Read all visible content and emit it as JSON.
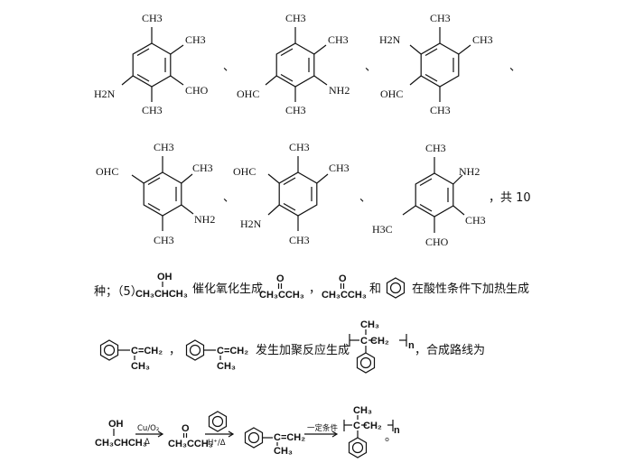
{
  "row1": {
    "m1": {
      "top": "CH3",
      "top_right": "CH3",
      "left": "H2N",
      "right": "CHO",
      "bottom": "CH3"
    },
    "m2": {
      "top": "CH3",
      "top_right": "CH3",
      "left": "OHC",
      "right": "NH2",
      "bottom": "CH3"
    },
    "m3": {
      "top_left": "H2N",
      "top": "CH3",
      "right": "CH3",
      "left": "OHC",
      "bottom": "CH3"
    },
    "sep": "、"
  },
  "row2": {
    "m4": {
      "top": "CH3",
      "top_right": "CH3",
      "left": "OHC",
      "right": "NH2",
      "bottom": "CH3"
    },
    "m5": {
      "top_left": "OHC",
      "top": "CH3",
      "right": "CH3",
      "left": "H2N",
      "bottom": "CH3"
    },
    "m6": {
      "top": "CH3",
      "top_right": "NH2",
      "left": "H3C",
      "right": "CH3",
      "bottom": "CHO"
    },
    "tail": "，共 10"
  },
  "para5": {
    "lead": "种；（5）",
    "r1_oh": "OH",
    "r1_formula": "CH₃CHCH₃",
    "t1": "催化氧化生成",
    "acetone_o": "O",
    "acetone": "CH₃CCH₃",
    "comma": "，",
    "t2": "和",
    "t3": "在酸性条件下加热生成"
  },
  "para6": {
    "alkene_sub": "C=CH₂",
    "alkene_me": "CH₃",
    "comma": "，",
    "t1": "发生加聚反应生成",
    "poly_me": "CH₃",
    "poly_chain": "C  CH₂",
    "poly_n": "n",
    "t2": "，合成路线为"
  },
  "route": {
    "start_oh": "OH",
    "start": "CH₃CHCH₃",
    "arrow1_top": "Cu/O₂",
    "arrow1_bottom": "Δ",
    "mid_o": "O",
    "mid": "CH₃CCH₃",
    "arrow2_bottom": "H⁺/Δ",
    "alkene_sub": "C=CH₂",
    "alkene_me": "CH₃",
    "arrow3_top": "一定条件",
    "poly_me": "CH₃",
    "poly_chain": "C  CH₂",
    "poly_n": "n",
    "end": "。"
  }
}
